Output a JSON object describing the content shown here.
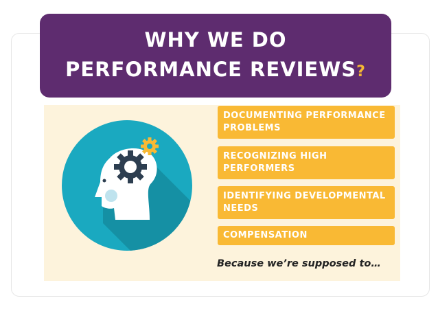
{
  "slide": {
    "title_line1": "WHY WE DO",
    "title_line2": "PERFORMANCE REVIEWS",
    "title_mark": "?",
    "reasons": [
      "DOCUMENTING PERFORMANCE PROBLEMS",
      "RECOGNIZING HIGH PERFORMERS",
      "IDENTIFYING DEVELOPMENTAL NEEDS",
      "COMPENSATION"
    ],
    "footer": "Because we’re supposed to…",
    "illustration_icon": "head-with-gears-icon"
  },
  "colors": {
    "title_bg": "#5e2c6f",
    "badge_bg": "#f9b934",
    "panel_bg": "#fdf3dc",
    "circle": "#1aa9c0",
    "head": "#ffffff",
    "gear_dark": "#2d3e50",
    "gear_light": "#f9b934"
  }
}
